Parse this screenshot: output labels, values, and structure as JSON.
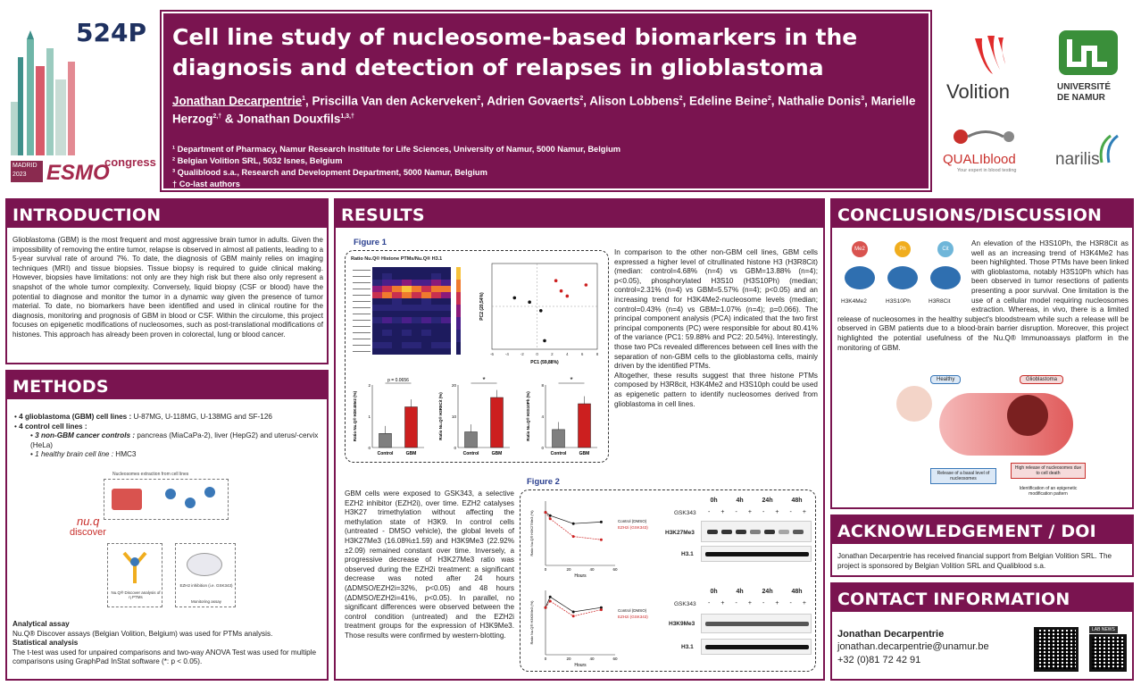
{
  "poster": {
    "number": "524P",
    "congress": {
      "city": "MADRID",
      "year": "2023",
      "name": "ESMO",
      "suffix": "congress"
    },
    "title": "Cell line study of nucleosome-based biomarkers in the diagnosis and detection of relapses in glioblastoma",
    "authors": [
      {
        "name": "Jonathan Decarpentrie",
        "sup": "1"
      },
      {
        "name": "Priscilla Van den Ackerveken",
        "sup": "2"
      },
      {
        "name": "Adrien Govaerts",
        "sup": "2"
      },
      {
        "name": "Alison Lobbens",
        "sup": "2"
      },
      {
        "name": "Edeline Beine",
        "sup": "2"
      },
      {
        "name": "Nathalie Donis",
        "sup": "3"
      },
      {
        "name": "Marielle Herzog",
        "sup": "2,†"
      },
      {
        "name": "Jonathan Douxfils",
        "sup": "1,3,†"
      }
    ],
    "affiliations": [
      "¹ Department of Pharmacy, Namur Research Institute for Life Sciences, University of Namur, 5000 Namur, Belgium",
      "² Belgian Volition SRL, 5032 Isnes, Belgium",
      "³ Qualiblood s.a., Research and Development Department, 5000 Namur, Belgium",
      "† Co-last authors"
    ],
    "logos": {
      "volition": "Volition",
      "unamur_line1": "UNIVERSITÉ",
      "unamur_line2": "DE NAMUR",
      "qualiblood": "QUALIblood",
      "qualiblood_tag": "Your expert in blood testing",
      "narilis": "narilis"
    }
  },
  "introduction": {
    "heading": "INTRODUCTION",
    "text": "Glioblastoma (GBM) is the most frequent and most aggressive brain tumor in adults. Given the impossibility of removing the entire tumor, relapse is observed in almost all patients, leading to a 5-year survival rate of around 7%. To date, the diagnosis of GBM mainly relies on imaging techniques (MRI) and tissue biopsies. Tissue biopsy is required to guide clinical making. However, biopsies have limitations: not only are they high risk but there also only represent a snapshot of the whole tumor complexity. Conversely, liquid biopsy (CSF or blood) have the potential to diagnose and monitor the tumor in a dynamic way given the presence of tumor material. To date, no biomarkers have been identified and used in clinical routine for the diagnosis, monitoring and prognosis of GBM in blood or CSF. Within the circulome, this project focuses on epigenetic modifications of nucleosomes, such as post-translational modifications of histones. This approach has already been proven in colorectal, lung or blood cancer."
  },
  "methods": {
    "heading": "METHODS",
    "bullet1_bold": "4 glioblastoma (GBM) cell lines :",
    "bullet1_rest": " U-87MG, U-118MG, U-138MG and SF-126",
    "bullet2_bold": "4 control cell lines :",
    "sub1_italic": "3 non-GBM cancer controls :",
    "sub1_rest": " pancreas (MiaCaPa-2), liver (HepG2) and uterus/-cervix (HeLa)",
    "sub2_italic": "1 healthy brain cell line :",
    "sub2_rest": " HMC3",
    "diagram_caption": "Nucleosomes extraction from cell lines",
    "nuq_brand": "nu.q",
    "nuq_sub": "discover",
    "diagram_left": "Nu.Q® Discover analysis of η PTMs",
    "diagram_right": "EZH2 inhibition (i.e. GSK343)",
    "diagram_right2": "Monitoring assay",
    "analytical_heading": "Analytical assay",
    "analytical_text": "Nu.Q® Discover assays (Belgian Volition, Belgium) was used for PTMs analysis.",
    "statistical_heading": "Statistical analysis",
    "statistical_text": "The t-test was used for unpaired comparisons and two-way ANOVA Test was used for multiple comparisons using GraphPad InStat software (*: p < 0.05)."
  },
  "results": {
    "heading": "RESULTS",
    "figure1_label": "Figure 1",
    "figure2_label": "Figure 2",
    "heatmap_title": "Ratio Nu.Q® Histone PTMs/Nu.Q® H3.1",
    "pca_xlabel": "PC1 (59,88%)",
    "pca_ylabel": "PC2 (20,54%)",
    "bar_groups": [
      "Control",
      "GBM"
    ],
    "bar1_p": "p = 0.0656",
    "bar1_ylabel": "Ratio Nu.Q® H3K4Me2 (%)",
    "bar2_ylabel": "Ratio Nu.Q® H3R8Cit (%)",
    "bar3_ylabel": "Ratio Nu.Q® H3S10Ph (%)",
    "star": "*",
    "text1": "In comparison to the other non-GBM cell lines, GBM cells expressed a higher level of citrullinated histone H3 (H3R8Cit) (median: control=4.68% (n=4) vs GBM=13.88% (n=4); p<0.05), phosphorylated H3S10 (H3S10Ph) (median; control=2.31% (n=4) vs GBM=5.57% (n=4); p<0.05) and an increasing trend for H3K4Me2-nucleosome levels (median; control=0.43% (n=4) vs GBM=1.07% (n=4); p=0.066). The principal component analysis (PCA) indicated that the two first principal components (PC) were responsible for about 80.41% of the variance (PC1: 59.88% and PC2: 20.54%). Interestingly, those two PCs revealed differences between cell lines with the separation of non-GBM cells to the glioblastoma cells, mainly driven by the identified PTMs.",
    "text2": "Altogether, these results suggest that three histone PTMs composed by H3R8cit, H3K4Me2 and H3S10ph could be used as epigenetic pattern to identify nucleosomes derived from glioblastoma in cell lines.",
    "text3": "GBM cells were exposed to GSK343, a selective EZH2 inhibitor (EZH2i), over time. EZH2 catalyses H3K27 trimethylation without affecting the methylation state of H3K9. In control cells (untreated - DMSO vehicle), the global levels of H3K27Me3 (16.08%±1.59) and H3K9Me3 (22.92%±2.09) remained constant over time. Inversely, a progressive decrease of H3K27Me3 ratio was observed during the EZH2i treatment: a significant decrease was noted after 24 hours (ΔDMSO/EZH2i=32%, p<0.05) and 48 hours (ΔDMSO/EZH2i=41%, p<0.05). In parallel, no significant differences were observed between the control condition (untreated) and the EZH2i treatment groups for the expression of H3K9Me3. Those results were confirmed by western-blotting.",
    "line_legend_control": "Control (DMSO)",
    "line_legend_ezh2i": "EZH2i (GSK343)",
    "line_xlabel": "Hours",
    "wb_times": [
      "0h",
      "4h",
      "24h",
      "48h"
    ],
    "wb_gsk": "GSK343",
    "wb_signs": [
      "-",
      "+",
      "-",
      "+",
      "-",
      "+",
      "-",
      "+"
    ],
    "wb_row1": "H3K27Me3",
    "wb_row2": "H3.1",
    "wb_row3": "H3K9Me3",
    "wb_row4": "H3.1",
    "line1_ylabel": "Ratio Nu.Q® H3K27Me3 (%)",
    "line2_ylabel": "Ratio Nu.Q® H3K9Me3 (%)"
  },
  "conclusions": {
    "heading": "CONCLUSIONS/DISCUSSION",
    "nuc_labels": [
      "H3K4Me2",
      "H3S10Ph",
      "H3R8Cit"
    ],
    "nuc_tags": [
      "Me2",
      "Ph",
      "Cit"
    ],
    "text": "An elevation of the H3S10Ph, the H3R8Cit as well as an increasing trend of H3K4Me2 has been highlighted. Those PTMs have been linked with glioblastoma, notably H3S10Ph which has been observed in tumor resections of patients presenting a poor survival. One limitation is the use of a cellular model requiring nucleosomes extraction. Whereas, in vivo, there is a limited release of nucleosomes in the healthy subject's bloodstream while such a release will be observed in GBM patients due to a blood-brain barrier disruption. Moreover, this project highlighted the potential usefulness of the Nu.Q® Immunoassays platform in the monitoring of GBM.",
    "fig_healthy": "Healthy",
    "fig_gbm": "Glioblastoma",
    "fig_left_caption": "Release of a basal level of nucleosomes",
    "fig_right_caption": "High release of nucleosomes due to cell death",
    "fig_right_caption2": "Identification of an epigenetic modification pattern"
  },
  "acknowledgement": {
    "heading": "ACKNOWLEDGEMENT / DOI",
    "text": "Jonathan Decarpentrie has received financial support from Belgian Volition SRL. The project is sponsored by Belgian Volition SRL and Qualiblood s.a."
  },
  "contact": {
    "heading": "CONTACT INFORMATION",
    "name": "Jonathan Decarpentrie",
    "email": "jonathan.decarpentrie@unamur.be",
    "phone": "+32 (0)81 72 42 91",
    "qr_label": "LAB NEWS"
  },
  "colors": {
    "maroon": "#7a1450",
    "control_bar": "#7f7f7f",
    "gbm_bar": "#cc1f1f",
    "figure_title": "#2a3f8f"
  },
  "chart_data": [
    {
      "type": "bar",
      "categories": [
        "Control",
        "GBM"
      ],
      "values": [
        0.45,
        1.3
      ],
      "ylim": [
        0,
        2.0
      ],
      "ylabel": "Ratio Nu.Q® H3K4Me2 (%)"
    },
    {
      "type": "bar",
      "categories": [
        "Control",
        "GBM"
      ],
      "values": [
        5,
        16
      ],
      "ylim": [
        0,
        20
      ],
      "ylabel": "Ratio Nu.Q® H3R8Cit (%)"
    },
    {
      "type": "bar",
      "categories": [
        "Control",
        "GBM"
      ],
      "values": [
        2.3,
        5.6
      ],
      "ylim": [
        0,
        8
      ],
      "ylabel": "Ratio Nu.Q® H3S10Ph (%)"
    },
    {
      "type": "line",
      "x": [
        0,
        4,
        24,
        48
      ],
      "series": [
        {
          "name": "Control (DMSO)",
          "values": [
            16.5,
            15.5,
            13,
            13.5
          ]
        },
        {
          "name": "EZH2i (GSK343)",
          "values": [
            16.5,
            14.5,
            9,
            8
          ]
        }
      ],
      "xlabel": "Hours",
      "ylabel": "Ratio Nu.Q® H3K27Me3 (%)",
      "ylim": [
        0,
        20
      ],
      "xlim": [
        0,
        60
      ]
    },
    {
      "type": "line",
      "x": [
        0,
        4,
        24,
        48
      ],
      "series": [
        {
          "name": "Control (DMSO)",
          "values": [
            22,
            27,
            20,
            22
          ]
        },
        {
          "name": "EZH2i (GSK343)",
          "values": [
            22,
            25,
            18,
            21
          ]
        }
      ],
      "xlabel": "Hours",
      "ylabel": "Ratio Nu.Q® H3K9Me3 (%)",
      "ylim": [
        0,
        30
      ],
      "xlim": [
        0,
        60
      ]
    },
    {
      "type": "scatter",
      "x": [
        -3,
        -1,
        2.5,
        3.2,
        4.0,
        6.5,
        0.5,
        1.0
      ],
      "y": [
        1.0,
        0.5,
        3.0,
        1.8,
        1.2,
        2.5,
        -0.5,
        -4.0
      ],
      "xlabel": "PC1 (59,88%)",
      "ylabel": "PC2 (20,54%)",
      "xlim": [
        -6,
        8
      ],
      "ylim": [
        -5,
        5
      ]
    }
  ]
}
